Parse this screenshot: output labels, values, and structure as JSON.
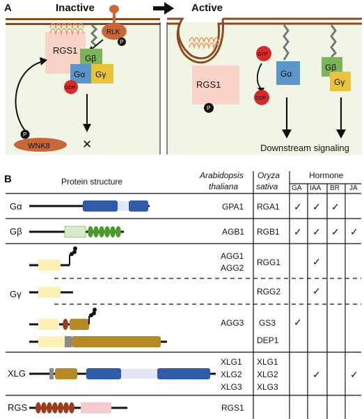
{
  "panel_a": {
    "label": "A",
    "inactive_title": "Inactive",
    "active_title": "Active",
    "left": {
      "rgs1": "RGS1",
      "rlk": "RLK",
      "p_rlk": "P",
      "gb": "Gβ",
      "ga": "Gα",
      "gg": "Gγ",
      "gdp": "GDP",
      "p_wnk": "P",
      "wnk8": "WNK8",
      "blocked": "✕"
    },
    "right": {
      "rgs1": "RGS1",
      "p": "P",
      "gtp": "GTP",
      "gdp": "GDP",
      "ga": "Gα",
      "gb": "Gβ",
      "gg": "Gγ",
      "downstream": "Downstream signaling"
    },
    "colors": {
      "membrane": "#8B4A1E",
      "cell_bg": "#F1F5E6",
      "rgs_box": "#F9D3C8",
      "rlk": "#C8683A",
      "gb": "#7DB35A",
      "ga": "#5B95C9",
      "gg": "#E8C43A",
      "gdp": "#D42A2A"
    }
  },
  "panel_b": {
    "label": "B",
    "headers": {
      "protein_structure": "Protein structure",
      "arabidopsis_1": "Arabidopsis",
      "arabidopsis_2": "thaliana",
      "oryza_1": "Oryza",
      "oryza_2": "sativa",
      "hormone": "Hormone",
      "ga": "GA",
      "iaa": "IAA",
      "br": "BR",
      "ja": "JA"
    },
    "check": "✓",
    "rows": {
      "galpha": {
        "label": "Gα",
        "at": "GPA1",
        "os": "RGA1"
      },
      "gbeta": {
        "label": "Gβ",
        "at": "AGB1",
        "os": "RGB1"
      },
      "ggamma": {
        "label": "Gγ",
        "sub1_at_1": "AGG1",
        "sub1_at_2": "AGG2",
        "sub1_os": "RGG1",
        "sub2_os": "RGG2",
        "sub3_at": "AGG3",
        "sub3_os_1": "GS3",
        "sub3_os_2": "DEP1"
      },
      "xlg": {
        "label": "XLG",
        "at_1": "XLG1",
        "at_2": "XLG2",
        "at_3": "XLG3",
        "os_1": "XLG1",
        "os_2": "XLG2",
        "os_3": "XLG3"
      },
      "rgs": {
        "label": "RGS",
        "at": "RGS1"
      }
    },
    "domain_colors": {
      "ga_domain": "#2F5BA8",
      "ga_light": "#E2E6F6",
      "gb_light": "#D7EBCB",
      "gb_wd": "#4E9A2E",
      "gg_domain": "#FBF1B8",
      "gold": "#B58A26",
      "gray": "#8A8A8A",
      "rgs_red": "#9E3A1E",
      "rgs_pink": "#F4CACA"
    }
  }
}
